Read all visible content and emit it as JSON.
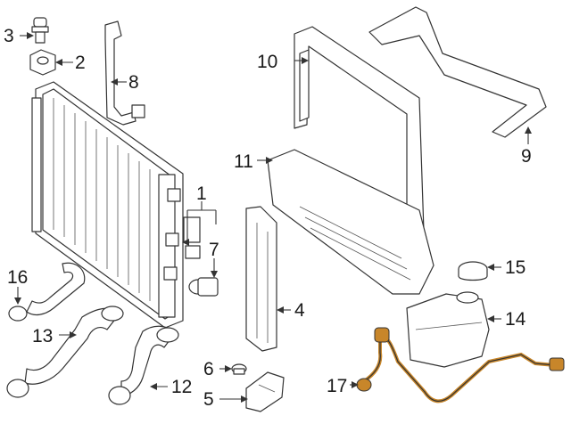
{
  "callouts": {
    "c1": "1",
    "c2": "2",
    "c3": "3",
    "c4": "4",
    "c5": "5",
    "c6": "6",
    "c7": "7",
    "c8": "8",
    "c9": "9",
    "c10": "10",
    "c11": "11",
    "c12": "12",
    "c13": "13",
    "c14": "14",
    "c15": "15",
    "c16": "16",
    "c17": "17"
  },
  "colors": {
    "highlight": "#c8862a",
    "line": "#333333"
  }
}
